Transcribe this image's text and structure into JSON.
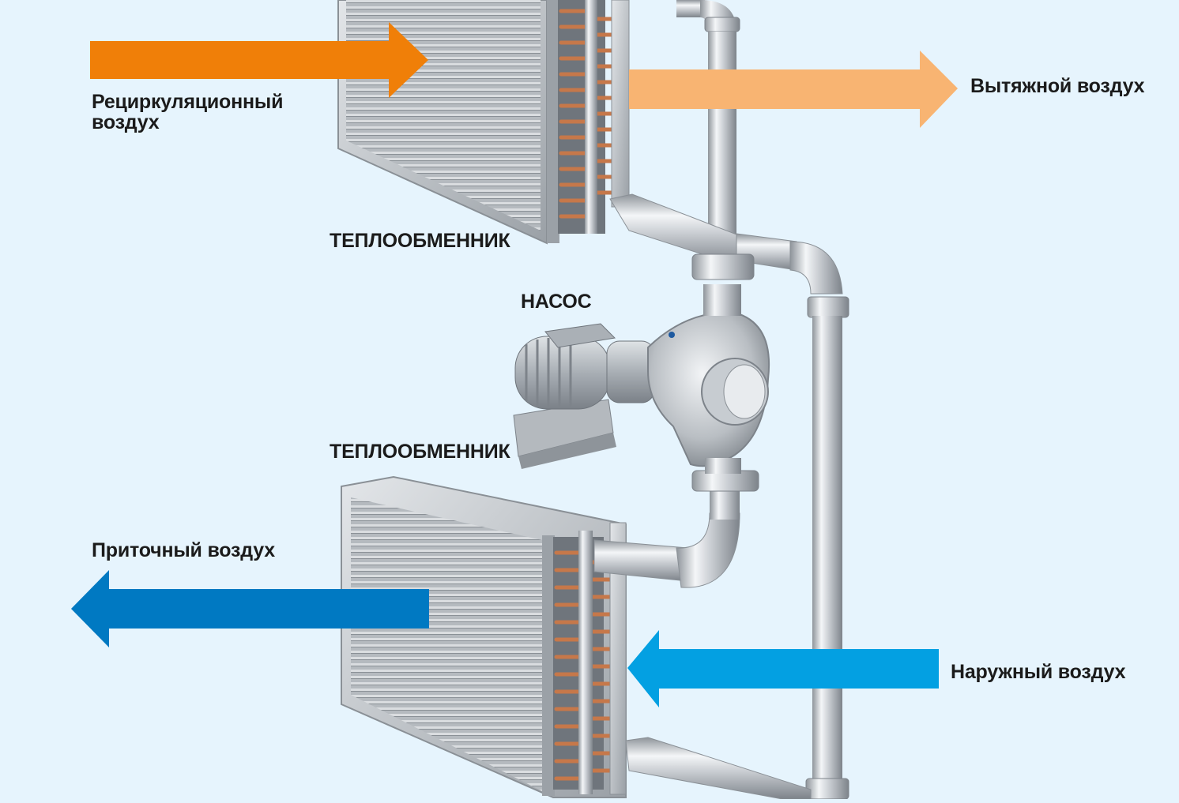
{
  "labels": {
    "recirculated_line1": "Рециркуляционный",
    "recirculated_line2": "воздух",
    "exhaust": "Вытяжной воздух",
    "heat_exchanger_top": "ТЕПЛООБМЕННИК",
    "pump": "НАСОС",
    "heat_exchanger_bottom": "ТЕПЛООБМЕННИК",
    "supply": "Приточный воздух",
    "outdoor": "Наружный воздух"
  },
  "colors": {
    "background": "#e6f4fd",
    "recirculated_arrow": "#f07f08",
    "exhaust_arrow": "#f8b472",
    "supply_arrow": "#0079c2",
    "outdoor_arrow": "#03a0e2",
    "pipe": "#c9cdd2",
    "copper": "#c6784a",
    "frame": "#b8bcc1"
  },
  "icons": {
    "heat_exchanger": "heat-exchanger-coil-icon",
    "pump": "centrifugal-pump-icon"
  }
}
